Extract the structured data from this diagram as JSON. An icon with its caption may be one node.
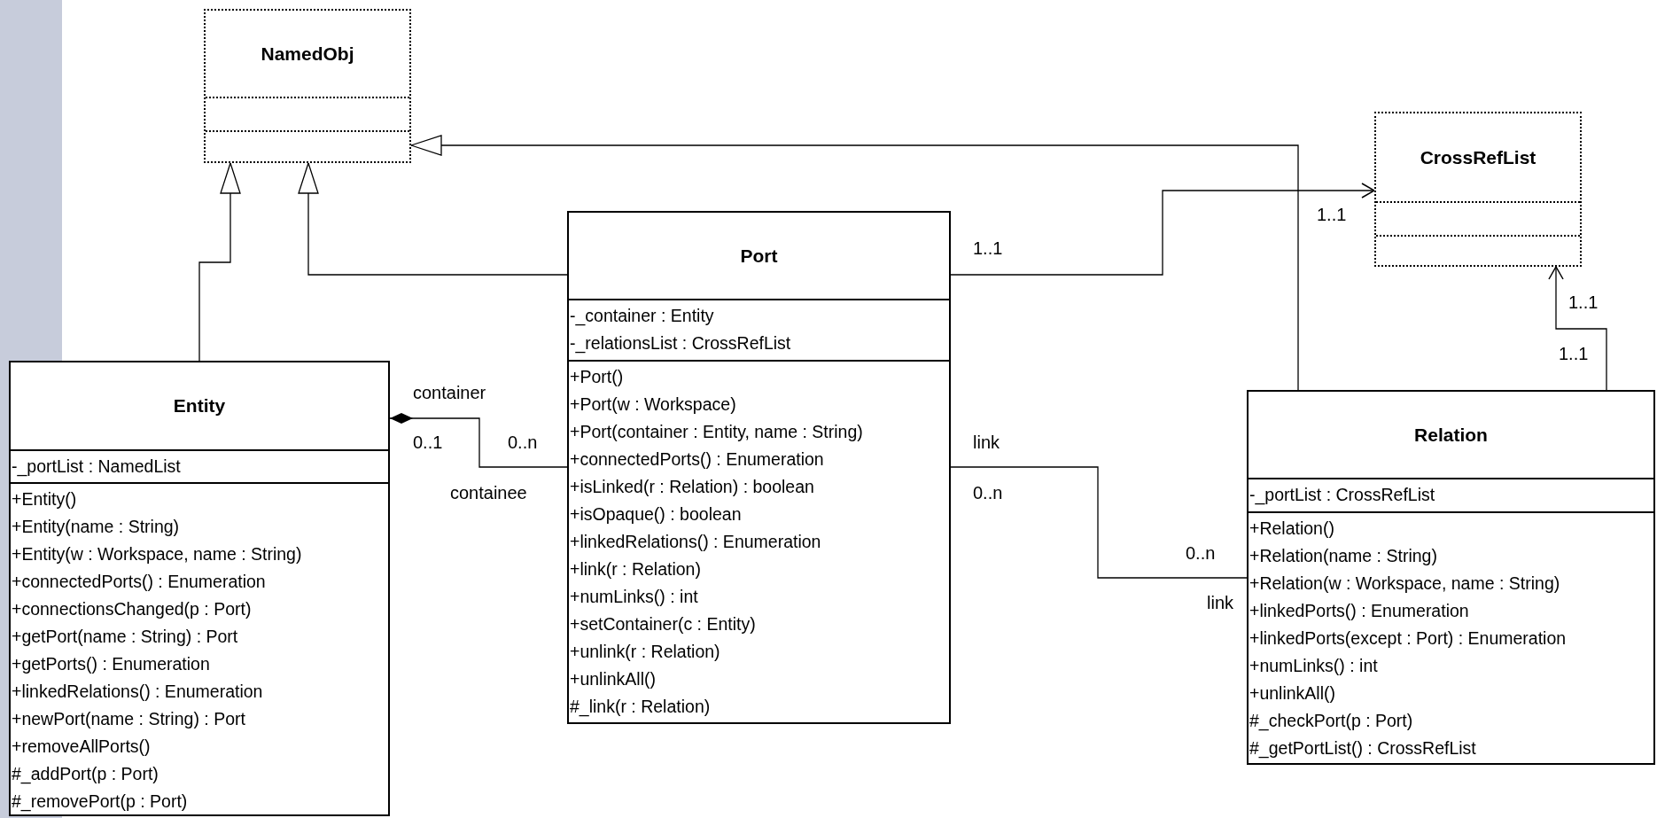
{
  "diagram": {
    "nodes": [
      {
        "text": [
          "NamedObj"
        ]
      },
      {
        "text": [],
        "shape": "box",
        "in": 0
      },
      {
        "text": [],
        "shape": "box",
        "in": 0
      },
      {
        "text": [
          "CrossRefList"
        ]
      },
      {
        "text": [],
        "shape": "box",
        "in": 3
      },
      {
        "text": [],
        "shape": "box",
        "in": 3
      },
      {
        "text": [
          "Port"
        ]
      },
      {
        "text": [
          "-_container : Entity",
          "-_relationsList : CrossRefList"
        ],
        "in": 6
      },
      {
        "text": [
          "+Port()",
          "+Port(w : Workspace)",
          "+Port(container : Entity, name : String)",
          "+connectedPorts() : Enumeration",
          "+isLinked(r : Relation) : boolean",
          "+isOpaque() : boolean",
          "+linkedRelations() : Enumeration",
          "+link(r : Relation)",
          "+numLinks() : int",
          "+setContainer(c : Entity)",
          "+unlink(r : Relation)",
          "+unlinkAll()",
          "#_link(r : Relation)"
        ],
        "in": 6
      },
      {
        "text": [
          "Entity"
        ]
      },
      {
        "text": [
          "-_portList : NamedList"
        ],
        "in": 9
      },
      {
        "text": [
          "+Entity()",
          "+Entity(name : String)",
          "+Entity(w : Workspace, name : String)",
          "+connectedPorts() : Enumeration",
          "+connectionsChanged(p : Port)",
          "+getPort(name : String) : Port",
          "+getPorts() : Enumeration",
          "+linkedRelations() : Enumeration",
          "+newPort(name : String) : Port",
          "+removeAllPorts()",
          "#_addPort(p : Port)",
          "#_removePort(p : Port)"
        ],
        "in": 9
      },
      {
        "text": [
          "Relation"
        ]
      },
      {
        "text": [
          "-_portList : CrossRefList"
        ],
        "in": 12
      },
      {
        "text": [
          "+Relation()",
          "+Relation(name : String)",
          "+Relation(w : Workspace, name : String)",
          "+linkedPorts() : Enumeration",
          "+linkedPorts(except : Port) : Enumeration",
          "+numLinks() : int",
          "+unlinkAll()",
          "#_checkPort(p : Port)",
          "#_getPortList() : CrossRefList"
        ],
        "in": 12
      }
    ],
    "edges": [
      {
        "from": 9,
        "to": 0,
        "arrow": "to"
      },
      {
        "from": 6,
        "to": 0,
        "arrow": "to"
      },
      {
        "from": 12,
        "to": 0,
        "arrow": "to"
      },
      {
        "from": 6,
        "to": 3,
        "arrow": "to"
      },
      {
        "from": 12,
        "to": 3,
        "arrow": "to"
      },
      {
        "from": 6,
        "to": 9,
        "arrow": "other"
      },
      {
        "from": 6,
        "to": 12,
        "arrow": "none"
      }
    ],
    "labels": [
      "1..1",
      "1..1",
      "1..1",
      "1..1",
      "container",
      "0..1",
      "0..n",
      "link",
      "containee",
      "0..n",
      "0..n",
      "link"
    ]
  }
}
